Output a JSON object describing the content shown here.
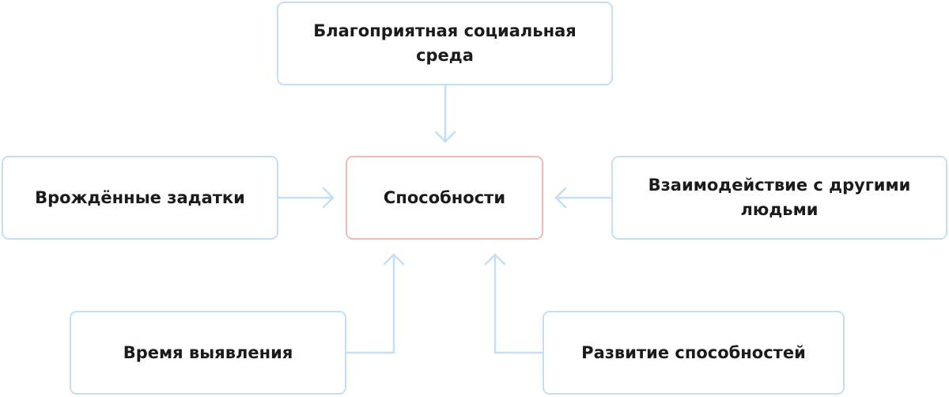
{
  "diagram": {
    "center": {
      "label": "Способности"
    },
    "factors": {
      "social_environment": {
        "label": "Благоприятная социальная среда"
      },
      "innate_inclinations": {
        "label": "Врождённые задатки"
      },
      "interaction": {
        "label": "Взаимодействие с другими людьми"
      },
      "discovery_time": {
        "label": "Время выявления"
      },
      "development": {
        "label": "Развитие способностей"
      }
    },
    "colors": {
      "factor_border": "#c4dff4",
      "center_border": "#f2b8ba",
      "arrow": "#c4dff4",
      "text": "#1b1b1b"
    }
  }
}
